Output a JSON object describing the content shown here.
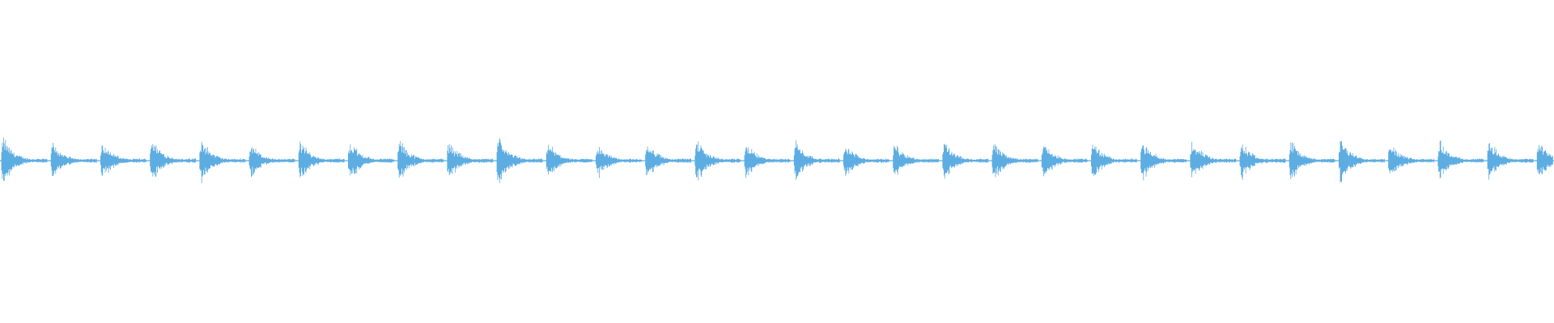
{
  "waveform": {
    "color": "#5dade2",
    "background": "#ffffff",
    "pulse_count": 32,
    "pulse_peaks": [
      0.95,
      0.72,
      0.8,
      0.92,
      0.88,
      0.7,
      0.78,
      0.82,
      0.85,
      0.78,
      0.98,
      0.72,
      0.7,
      0.75,
      0.88,
      0.7,
      0.82,
      0.7,
      0.72,
      0.74,
      0.8,
      0.72,
      0.76,
      0.8,
      0.82,
      0.78,
      0.78,
      0.86,
      0.76,
      0.82,
      0.8,
      0.78
    ],
    "decay": "exponential"
  }
}
